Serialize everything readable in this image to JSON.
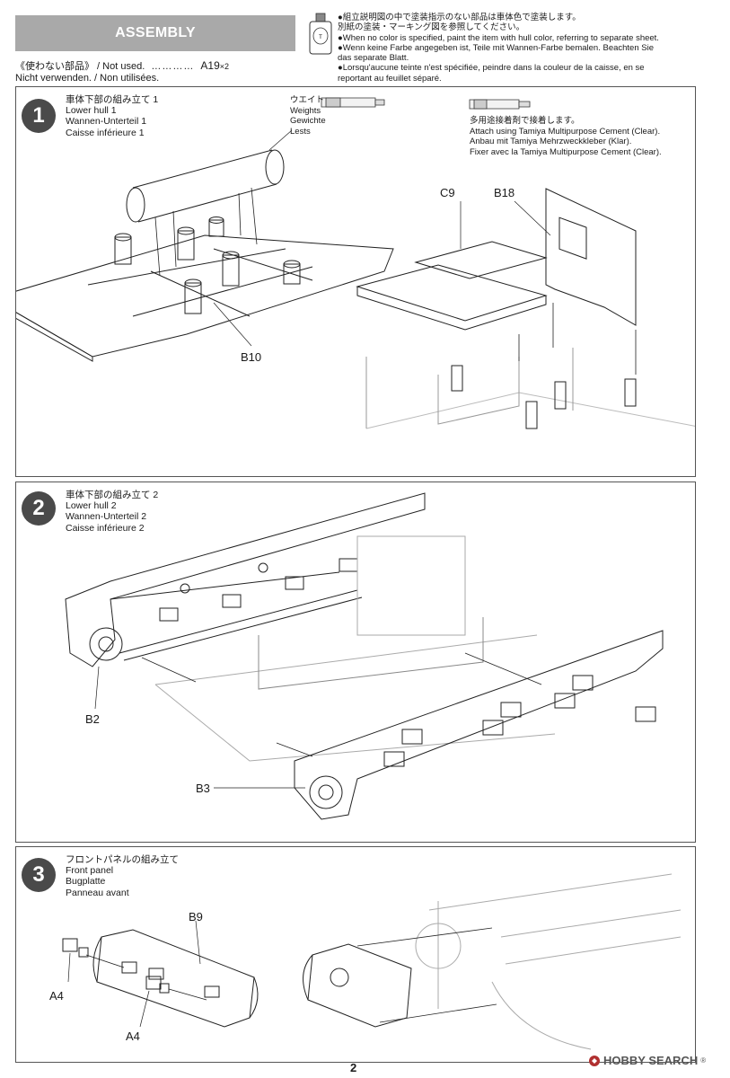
{
  "header": {
    "section_title": "ASSEMBLY",
    "not_used_jp": "《使わない部品》",
    "not_used_en": " / Not used.",
    "not_used_de_fr": "Nicht verwenden. / Non utilisées.",
    "not_used_part": "A19",
    "not_used_qty": "×2",
    "dots": "…………"
  },
  "notes": [
    "●組立説明図の中で塗装指示のない部品は車体色で塗装します。",
    "別紙の塗装・マーキング図を参照してください。",
    "●When no color is specified, paint the item with hull color, referring to separate sheet.",
    "●Wenn keine Farbe angegeben ist, Teile mit Wannen-Farbe bemalen. Beachten Sie",
    "das separate Blatt.",
    "●Lorsqu'aucune teinte n'est spécifiée, peindre dans la couleur de la caisse, en se",
    "reportant au feuillet séparé."
  ],
  "steps": [
    {
      "number": "1",
      "title_jp": "車体下部の組み立て 1",
      "title_en": "Lower hull 1",
      "title_de": "Wannen-Unterteil 1",
      "title_fr": "Caisse inférieure 1",
      "labels": [
        "B10",
        "C9",
        "B18"
      ],
      "weights": [
        "ウエイト",
        "Weights",
        "Gewichte",
        "Lests"
      ],
      "cement": [
        "多用途接着剤で接着します。",
        "Attach using Tamiya Multipurpose Cement (Clear).",
        "Anbau mit Tamiya Mehrzweckkleber (Klar).",
        "Fixer avec la Tamiya Multipurpose Cement (Clear)."
      ]
    },
    {
      "number": "2",
      "title_jp": "車体下部の組み立て 2",
      "title_en": "Lower hull 2",
      "title_de": "Wannen-Unterteil 2",
      "title_fr": "Caisse inférieure 2",
      "labels": [
        "B2",
        "B3"
      ]
    },
    {
      "number": "3",
      "title_jp": "フロントパネルの組み立て",
      "title_en": "Front panel",
      "title_de": "Bugplatte",
      "title_fr": "Panneau avant",
      "labels": [
        "B9",
        "A4",
        "A4"
      ]
    }
  ],
  "footer": {
    "page_number": "2",
    "watermark": "HOBBY SEARCH",
    "watermark_reg": "®"
  }
}
